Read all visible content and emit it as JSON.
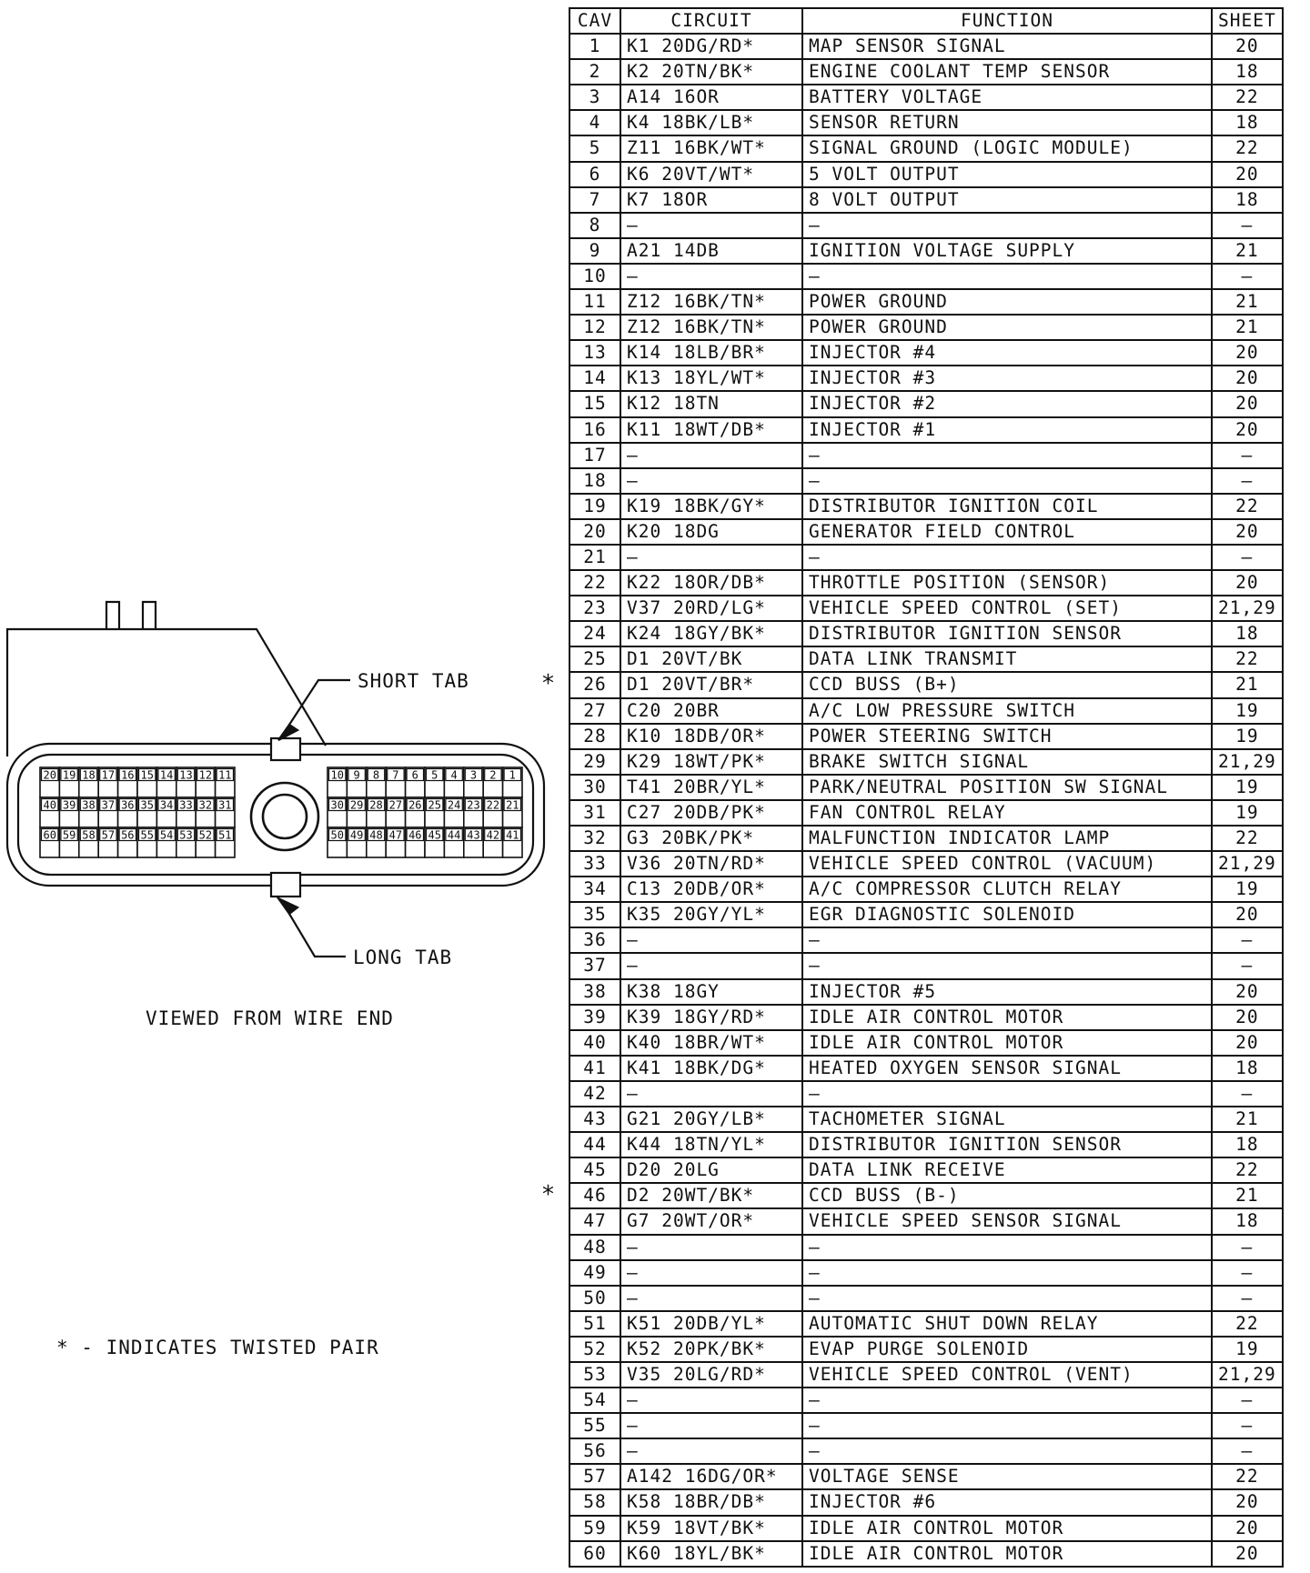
{
  "diagram": {
    "short_tab_label": "SHORT TAB",
    "long_tab_label": "LONG TAB",
    "view_label": "VIEWED FROM WIRE END",
    "legend": "* - INDICATES TWISTED PAIR",
    "pin_rows": [
      [
        "20",
        "19",
        "18",
        "17",
        "16",
        "15",
        "14",
        "13",
        "12",
        "11"
      ],
      [
        "40",
        "39",
        "38",
        "37",
        "36",
        "35",
        "34",
        "33",
        "32",
        "31"
      ],
      [
        "60",
        "59",
        "58",
        "57",
        "56",
        "55",
        "54",
        "53",
        "52",
        "51"
      ],
      [
        "10",
        "9",
        "8",
        "7",
        "6",
        "5",
        "4",
        "3",
        "2",
        "1"
      ],
      [
        "30",
        "29",
        "28",
        "27",
        "26",
        "25",
        "24",
        "23",
        "22",
        "21"
      ],
      [
        "50",
        "49",
        "48",
        "47",
        "46",
        "45",
        "44",
        "43",
        "42",
        "41"
      ]
    ]
  },
  "table": {
    "headers": [
      "CAV",
      "CIRCUIT",
      "FUNCTION",
      "SHEET"
    ],
    "rows": [
      [
        "1",
        "K1 20DG/RD*",
        "MAP SENSOR SIGNAL",
        "20"
      ],
      [
        "2",
        "K2 20TN/BK*",
        "ENGINE COOLANT TEMP SENSOR",
        "18"
      ],
      [
        "3",
        "A14 16OR",
        "BATTERY VOLTAGE",
        "22"
      ],
      [
        "4",
        "K4 18BK/LB*",
        "SENSOR RETURN",
        "18"
      ],
      [
        "5",
        "Z11 16BK/WT*",
        "SIGNAL GROUND (LOGIC MODULE)",
        "22"
      ],
      [
        "6",
        "K6 20VT/WT*",
        "5 VOLT OUTPUT",
        "20"
      ],
      [
        "7",
        "K7 18OR",
        "8 VOLT OUTPUT",
        "18"
      ],
      [
        "8",
        "—",
        "—",
        "—"
      ],
      [
        "9",
        "A21 14DB",
        "IGNITION VOLTAGE SUPPLY",
        "21"
      ],
      [
        "10",
        "—",
        "—",
        "—"
      ],
      [
        "11",
        "Z12 16BK/TN*",
        "POWER GROUND",
        "21"
      ],
      [
        "12",
        "Z12 16BK/TN*",
        "POWER GROUND",
        "21"
      ],
      [
        "13",
        "K14 18LB/BR*",
        "INJECTOR #4",
        "20"
      ],
      [
        "14",
        "K13 18YL/WT*",
        "INJECTOR #3",
        "20"
      ],
      [
        "15",
        "K12 18TN",
        "INJECTOR #2",
        "20"
      ],
      [
        "16",
        "K11 18WT/DB*",
        "INJECTOR #1",
        "20"
      ],
      [
        "17",
        "—",
        "—",
        "—"
      ],
      [
        "18",
        "—",
        "—",
        "—"
      ],
      [
        "19",
        "K19 18BK/GY*",
        "DISTRIBUTOR IGNITION COIL",
        "22"
      ],
      [
        "20",
        "K20 18DG",
        "GENERATOR FIELD CONTROL",
        "20"
      ],
      [
        "21",
        "—",
        "—",
        "—"
      ],
      [
        "22",
        "K22 18OR/DB*",
        "THROTTLE POSITION (SENSOR)",
        "20"
      ],
      [
        "23",
        "V37 20RD/LG*",
        "VEHICLE SPEED CONTROL (SET)",
        "21,29"
      ],
      [
        "24",
        "K24 18GY/BK*",
        "DISTRIBUTOR IGNITION SENSOR",
        "18"
      ],
      [
        "25",
        "D1 20VT/BK",
        "DATA LINK TRANSMIT",
        "22"
      ],
      [
        "26",
        "D1 20VT/BR*",
        "CCD BUSS (B+)",
        "21"
      ],
      [
        "27",
        "C20 20BR",
        "A/C LOW PRESSURE SWITCH",
        "19"
      ],
      [
        "28",
        "K10 18DB/OR*",
        "POWER STEERING SWITCH",
        "19"
      ],
      [
        "29",
        "K29 18WT/PK*",
        "BRAKE SWITCH SIGNAL",
        "21,29"
      ],
      [
        "30",
        "T41 20BR/YL*",
        "PARK/NEUTRAL POSITION SW SIGNAL",
        "19"
      ],
      [
        "31",
        "C27 20DB/PK*",
        "FAN CONTROL RELAY",
        "19"
      ],
      [
        "32",
        "G3 20BK/PK*",
        "MALFUNCTION INDICATOR LAMP",
        "22"
      ],
      [
        "33",
        "V36 20TN/RD*",
        "VEHICLE SPEED CONTROL (VACUUM)",
        "21,29"
      ],
      [
        "34",
        "C13 20DB/OR*",
        "A/C COMPRESSOR CLUTCH RELAY",
        "19"
      ],
      [
        "35",
        "K35 20GY/YL*",
        "EGR DIAGNOSTIC SOLENOID",
        "20"
      ],
      [
        "36",
        "—",
        "—",
        "—"
      ],
      [
        "37",
        "—",
        "—",
        "—"
      ],
      [
        "38",
        "K38 18GY",
        "INJECTOR #5",
        "20"
      ],
      [
        "39",
        "K39 18GY/RD*",
        "IDLE AIR CONTROL MOTOR",
        "20"
      ],
      [
        "40",
        "K40 18BR/WT*",
        "IDLE AIR CONTROL MOTOR",
        "20"
      ],
      [
        "41",
        "K41 18BK/DG*",
        "HEATED OXYGEN SENSOR SIGNAL",
        "18"
      ],
      [
        "42",
        "—",
        "—",
        "—"
      ],
      [
        "43",
        "G21 20GY/LB*",
        "TACHOMETER SIGNAL",
        "21"
      ],
      [
        "44",
        "K44 18TN/YL*",
        "DISTRIBUTOR IGNITION SENSOR",
        "18"
      ],
      [
        "45",
        "D20 20LG",
        "DATA LINK RECEIVE",
        "22"
      ],
      [
        "46",
        "D2 20WT/BK*",
        "CCD BUSS (B-)",
        "21"
      ],
      [
        "47",
        "G7 20WT/OR*",
        "VEHICLE SPEED SENSOR SIGNAL",
        "18"
      ],
      [
        "48",
        "—",
        "—",
        "—"
      ],
      [
        "49",
        "—",
        "—",
        "—"
      ],
      [
        "50",
        "—",
        "—",
        "—"
      ],
      [
        "51",
        "K51 20DB/YL*",
        "AUTOMATIC SHUT DOWN RELAY",
        "22"
      ],
      [
        "52",
        "K52 20PK/BK*",
        "EVAP PURGE SOLENOID",
        "19"
      ],
      [
        "53",
        "V35 20LG/RD*",
        "VEHICLE SPEED CONTROL (VENT)",
        "21,29"
      ],
      [
        "54",
        "—",
        "—",
        "—"
      ],
      [
        "55",
        "—",
        "—",
        "—"
      ],
      [
        "56",
        "—",
        "—",
        "—"
      ],
      [
        "57",
        "A142 16DG/OR*",
        "VOLTAGE SENSE",
        "22"
      ],
      [
        "58",
        "K58 18BR/DB*",
        "INJECTOR #6",
        "20"
      ],
      [
        "59",
        "K59 18VT/BK*",
        "IDLE AIR CONTROL MOTOR",
        "20"
      ],
      [
        "60",
        "K60 18YL/BK*",
        "IDLE AIR CONTROL MOTOR",
        "20"
      ]
    ],
    "twisted_pair_marks": [
      {
        "cav": "26",
        "mark": "*"
      },
      {
        "cav": "46",
        "mark": "*"
      }
    ]
  }
}
